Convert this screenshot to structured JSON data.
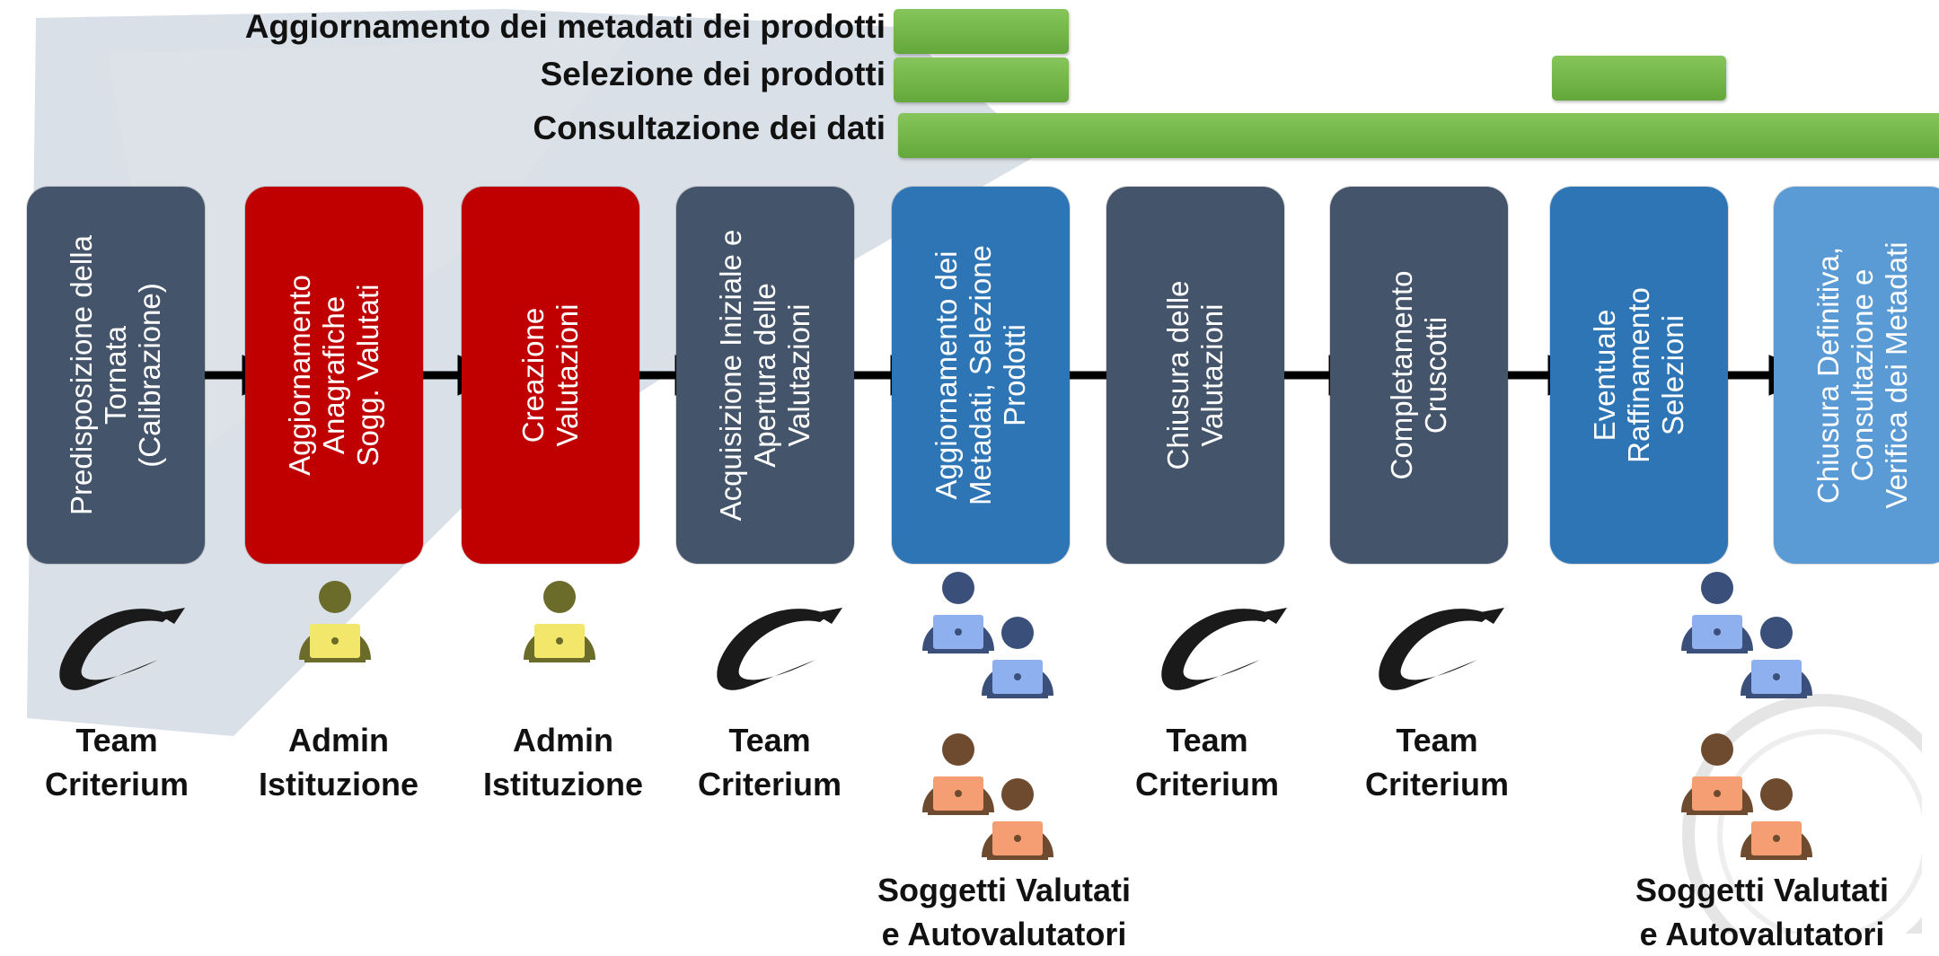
{
  "gantt": {
    "rows": [
      {
        "label": "Aggiornamento dei metadati dei prodotti"
      },
      {
        "label": "Selezione dei prodotti"
      },
      {
        "label": "Consultazione dei dati"
      }
    ]
  },
  "phases": [
    {
      "label": "Predisposizione della\nTornata\n(Calibrazione)",
      "color": "#44546a"
    },
    {
      "label": "Aggiornamento\nAnagrafiche\nSogg. Valutati",
      "color": "#c00000"
    },
    {
      "label": "Creazione\nValutazioni",
      "color": "#c00000"
    },
    {
      "label": "Acquisizione Iniziale e\nApertura delle\nValutazioni",
      "color": "#44546a"
    },
    {
      "label": "Aggiornamento dei\nMetadati, Selezione\nProdotti",
      "color": "#2e75b6"
    },
    {
      "label": "Chiusura delle\nValutazioni",
      "color": "#44546a"
    },
    {
      "label": "Completamento\nCruscotti",
      "color": "#44546a"
    },
    {
      "label": "Eventuale\nRaffinamento\nSelezioni",
      "color": "#2e75b6"
    },
    {
      "label": "Chiusura Definitiva,\nConsultazione e\nVerifica dei Metadati",
      "color": "#5b9bd5"
    }
  ],
  "actors": {
    "team": "Team\nCriterium",
    "admin": "Admin\nIstituzione",
    "soggetti": "Soggetti Valutati\ne Autovalutatori"
  },
  "colors": {
    "bar_green": "#6ab04c",
    "admin_person": "#6b6b2a",
    "admin_laptop": "#f2e66b",
    "user_blue_person": "#3a4f7a",
    "user_blue_laptop": "#8fb0ee",
    "user_brown_person": "#6e4a2e",
    "user_brown_laptop": "#f59d73",
    "arrow": "#000000",
    "background_brush": "#c9d3dd"
  },
  "icons": [
    "criterium-logo-icon",
    "admin-user-icon",
    "users-blue-icon",
    "users-brown-icon",
    "watermark-seal-icon"
  ]
}
